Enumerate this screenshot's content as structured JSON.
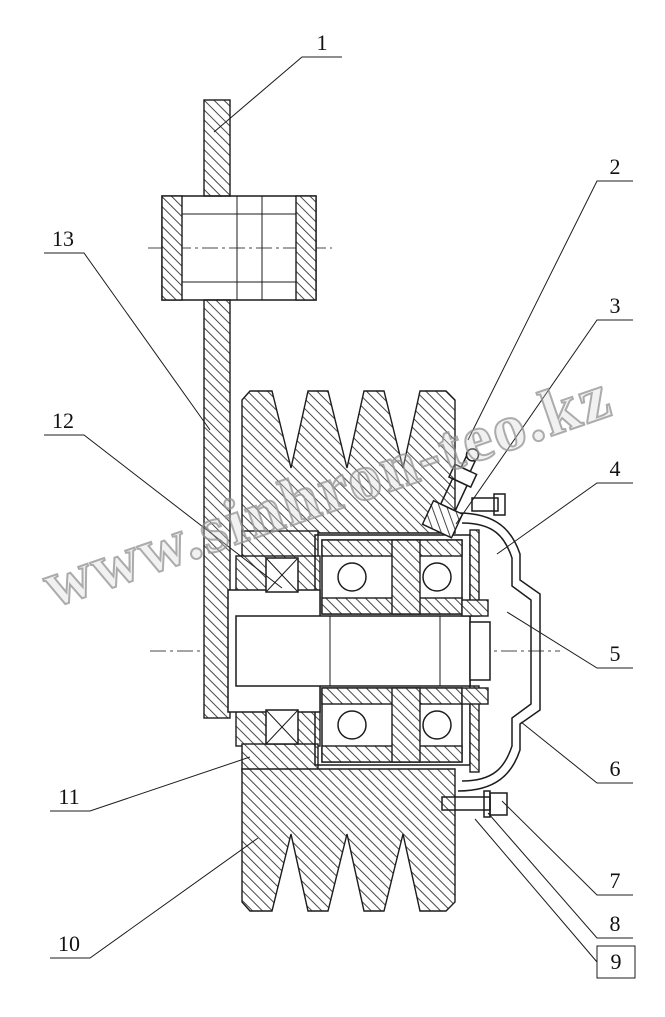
{
  "watermark": {
    "text": "www.sinhron-teo.kz"
  },
  "colors": {
    "line": "#1c1c1c",
    "centerline": "#4a4a4a",
    "watermark": "#919191",
    "background": "#ffffff"
  },
  "callouts": [
    {
      "label": "1",
      "boxed": false
    },
    {
      "label": "2",
      "boxed": false
    },
    {
      "label": "3",
      "boxed": false
    },
    {
      "label": "4",
      "boxed": false
    },
    {
      "label": "5",
      "boxed": false
    },
    {
      "label": "6",
      "boxed": false
    },
    {
      "label": "7",
      "boxed": false
    },
    {
      "label": "8",
      "boxed": false
    },
    {
      "label": "9",
      "boxed": true
    },
    {
      "label": "10",
      "boxed": false
    },
    {
      "label": "11",
      "boxed": false
    },
    {
      "label": "12",
      "boxed": false
    },
    {
      "label": "13",
      "boxed": false
    }
  ]
}
